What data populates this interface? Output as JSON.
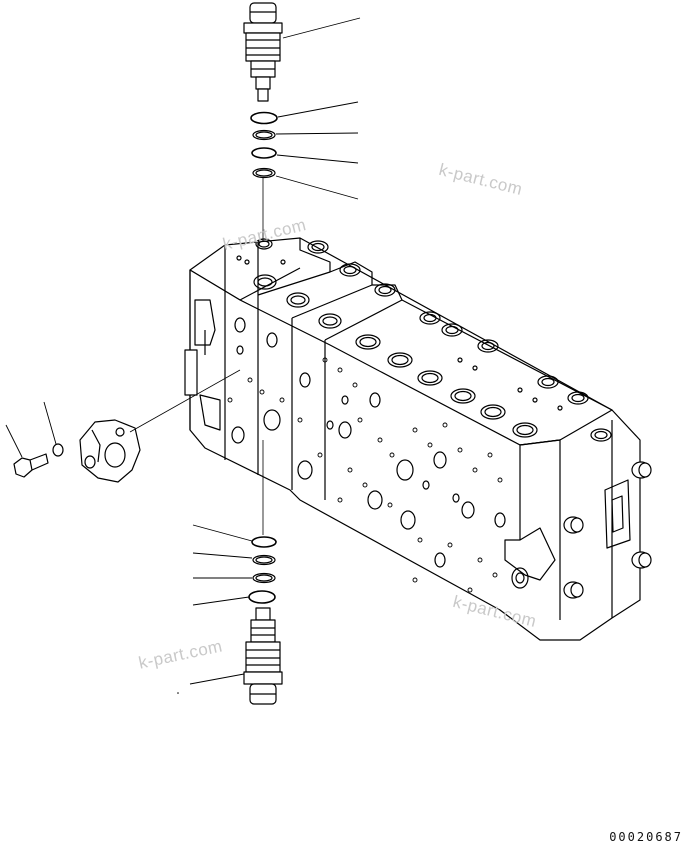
{
  "watermarks": [
    "k-part.com",
    "k-part.com",
    "k-part.com",
    "k-part.com"
  ],
  "drawing_code": "00020687",
  "colors": {
    "line": "#000000",
    "watermark": "#c9c9c9",
    "background": "#ffffff"
  }
}
